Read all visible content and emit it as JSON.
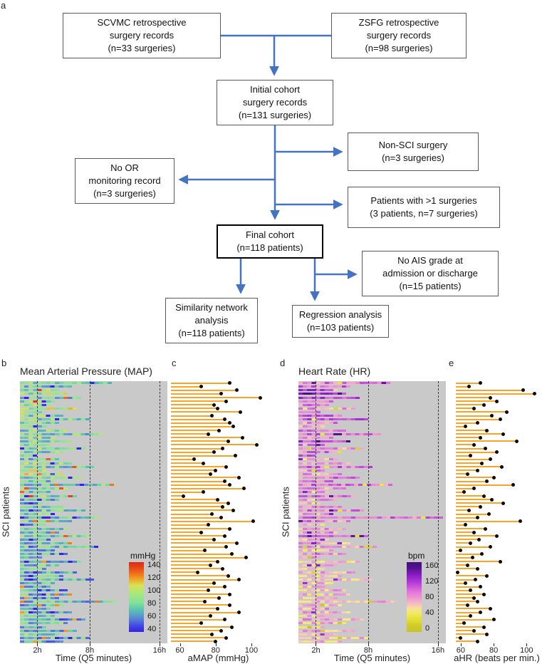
{
  "panel_labels": {
    "a": "a",
    "b": "b",
    "c": "c",
    "d": "d",
    "e": "e"
  },
  "flowchart": {
    "arrow_color": "#4472C4",
    "nodes": {
      "scvmc": "SCVMC retrospective\nsurgery records\n(n=33 surgeries)",
      "zsfg": "ZSFG retrospective\nsurgery records\n(n=98 surgeries)",
      "initial": "Initial cohort\nsurgery records\n(n=131 surgeries)",
      "nonsci": "Non-SCI surgery\n(n=3 surgeries)",
      "noor": "No OR\nmonitoring record\n(n=3 surgeries)",
      "multi": "Patients with >1 surgeries\n(3 patients, n=7 surgeries)",
      "final": "Final cohort\n(n=118 patients)",
      "noais": "No AIS grade at\nadmission or discharge\n(n=15 patients)",
      "similarity": "Similarity network\nanalysis\n(n=118 patients)",
      "regression": "Regression analysis\n(n=103 patients)"
    }
  },
  "chart_data": [
    {
      "id": "map_heatmap",
      "type": "heatmap",
      "title": "Mean Arterial Pressure (MAP)",
      "xlabel": "Time (Q5 minutes)",
      "ylabel": "SCI patients",
      "x_ticks": [
        "2h",
        "8h",
        "16h"
      ],
      "x_tick_hours": [
        2,
        8,
        16
      ],
      "x_range_hours": [
        0,
        16.9
      ],
      "background": "#c9c9c9",
      "legend": {
        "title": "mmHg",
        "ticks": [
          140,
          120,
          100,
          80,
          60,
          40
        ],
        "bar_range": [
          145,
          35
        ]
      },
      "colormap": [
        {
          "v": 38,
          "c": "#3423e8"
        },
        {
          "v": 58,
          "c": "#5e90d6"
        },
        {
          "v": 70,
          "c": "#57c3b0"
        },
        {
          "v": 82,
          "c": "#85e49a"
        },
        {
          "v": 96,
          "c": "#a9e87d"
        },
        {
          "v": 108,
          "c": "#d7e455"
        },
        {
          "v": 120,
          "c": "#f5981f"
        },
        {
          "v": 131,
          "c": "#ef5d17"
        },
        {
          "v": 142,
          "c": "#da2a18"
        }
      ],
      "texture_seed": 11,
      "value_jitter": 22,
      "row_duration_h": [
        10.5,
        6,
        4.5,
        5.5,
        7,
        4,
        3.5,
        6.5,
        2.5,
        5,
        8,
        4.5,
        3,
        5.5,
        9.5,
        4,
        6,
        3.5,
        7.5,
        5,
        2,
        4.5,
        6,
        8.5,
        3,
        5,
        7,
        4,
        10.8,
        5.5,
        3.5,
        6.5,
        4.5,
        2.5,
        5,
        7.5,
        4,
        9,
        6,
        3,
        5.5,
        4.5,
        8,
        3.5,
        6,
        9,
        4,
        5.5,
        2.5,
        7,
        4.5,
        3,
        6.5,
        5,
        8.5,
        4,
        3.5,
        5.5,
        6,
        4.5,
        11,
        5,
        3.5,
        6,
        4,
        7.5,
        5.5,
        3,
        6.5,
        4.5,
        8,
        5
      ],
      "row_mean": [
        82,
        78,
        85,
        90,
        76,
        88,
        95,
        99,
        97,
        84,
        80,
        86,
        74,
        82,
        78,
        88,
        84,
        76,
        90,
        82,
        70,
        78,
        86,
        80,
        96,
        102,
        84,
        78,
        74,
        80,
        76,
        84,
        70,
        68,
        78,
        74,
        82,
        76,
        72,
        68,
        74,
        70,
        78,
        66,
        72,
        68,
        74,
        64,
        70,
        66,
        72,
        68,
        64,
        70,
        66,
        72,
        68,
        64,
        70,
        66,
        72,
        68,
        74,
        66,
        70,
        64,
        72,
        66,
        68,
        74,
        70,
        66
      ]
    },
    {
      "id": "amap_lollipop",
      "type": "lollipop",
      "xlabel": "aMAP (mmHg)",
      "x_ticks": [
        60,
        80,
        100
      ],
      "x_range": [
        55,
        108
      ],
      "stick_color": "#f7a428",
      "dot_color": "#0a0a0a",
      "values": [
        88,
        72,
        92,
        83,
        105,
        86,
        79,
        81,
        94,
        78,
        85,
        88,
        90,
        82,
        76,
        95,
        87,
        103,
        84,
        79,
        91,
        68,
        73,
        86,
        80,
        77,
        93,
        85,
        88,
        96,
        73,
        62,
        81,
        87,
        84,
        90,
        78,
        83,
        101,
        76,
        88,
        72,
        85,
        79,
        92,
        86,
        74,
        89,
        97,
        81,
        77,
        84,
        70,
        87,
        93,
        79,
        85,
        76,
        88,
        82,
        74,
        88,
        81,
        93,
        77,
        85,
        72,
        89,
        83,
        78,
        86,
        80
      ]
    },
    {
      "id": "hr_heatmap",
      "type": "heatmap",
      "title": "Heart Rate (HR)",
      "xlabel": "Time (Q5 minutes)",
      "ylabel": "SCI patients",
      "x_ticks": [
        "2h",
        "8h",
        "16h"
      ],
      "x_tick_hours": [
        2,
        8,
        16
      ],
      "x_range_hours": [
        0,
        16.9
      ],
      "background": "#c9c9c9",
      "legend": {
        "title": "bpm",
        "ticks": [
          160,
          120,
          80,
          40,
          0
        ],
        "bar_range": [
          170,
          -10
        ]
      },
      "colormap": [
        {
          "v": 0,
          "c": "#c9c325"
        },
        {
          "v": 30,
          "c": "#efe93c"
        },
        {
          "v": 48,
          "c": "#f6e98f"
        },
        {
          "v": 60,
          "c": "#f6c4c4"
        },
        {
          "v": 75,
          "c": "#f29bd0"
        },
        {
          "v": 95,
          "c": "#e272dc"
        },
        {
          "v": 115,
          "c": "#b93fd8"
        },
        {
          "v": 140,
          "c": "#8218c0"
        },
        {
          "v": 160,
          "c": "#45107e"
        }
      ],
      "texture_seed": 23,
      "value_jitter": 26,
      "row_duration_h": [
        10.5,
        6,
        4.5,
        5.5,
        7,
        4,
        3.5,
        6.5,
        2.5,
        5,
        8,
        4.5,
        3,
        5.5,
        9.5,
        4,
        6,
        3.5,
        7.5,
        5,
        2,
        4.5,
        6,
        8.5,
        3,
        5,
        7,
        4,
        10.8,
        5.5,
        3.5,
        6.5,
        4.5,
        2.5,
        5,
        7.5,
        4,
        16.6,
        6,
        3,
        5.5,
        4.5,
        8,
        3.5,
        6,
        9,
        4,
        5.5,
        2.5,
        7,
        4.5,
        3,
        6.5,
        5,
        8.5,
        4,
        3.5,
        5.5,
        6,
        4.5,
        11,
        5,
        3.5,
        6,
        4,
        7.5,
        5.5,
        3,
        6.5,
        4.5,
        8,
        5
      ],
      "row_mean": [
        88,
        96,
        120,
        128,
        112,
        92,
        84,
        78,
        88,
        96,
        104,
        84,
        76,
        88,
        92,
        80,
        116,
        84,
        76,
        88,
        92,
        72,
        84,
        96,
        80,
        76,
        88,
        84,
        92,
        78,
        72,
        84,
        76,
        68,
        80,
        88,
        72,
        92,
        84,
        64,
        76,
        80,
        88,
        68,
        72,
        76,
        64,
        80,
        68,
        60,
        72,
        64,
        76,
        60,
        68,
        64,
        58,
        68,
        60,
        64,
        70,
        64,
        76,
        68,
        60,
        72,
        66,
        58,
        70,
        64,
        68,
        62
      ]
    },
    {
      "id": "ahr_lollipop",
      "type": "lollipop",
      "xlabel": "aHR (beats per min.)",
      "x_ticks": [
        60,
        80,
        100
      ],
      "x_range": [
        57,
        112
      ],
      "stick_color": "#f7a428",
      "dot_color": "#0a0a0a",
      "values": [
        72,
        65,
        98,
        105,
        78,
        82,
        74,
        68,
        88,
        79,
        84,
        70,
        63,
        76,
        86,
        72,
        94,
        68,
        75,
        82,
        66,
        78,
        73,
        85,
        70,
        64,
        80,
        76,
        92,
        68,
        62,
        74,
        79,
        86,
        72,
        65,
        77,
        70,
        96,
        63,
        75,
        68,
        82,
        71,
        66,
        78,
        60,
        73,
        67,
        84,
        64,
        70,
        58,
        76,
        69,
        63,
        72,
        66,
        74,
        68,
        70,
        64,
        78,
        72,
        66,
        80,
        62,
        74,
        68,
        76,
        60,
        70
      ]
    }
  ]
}
